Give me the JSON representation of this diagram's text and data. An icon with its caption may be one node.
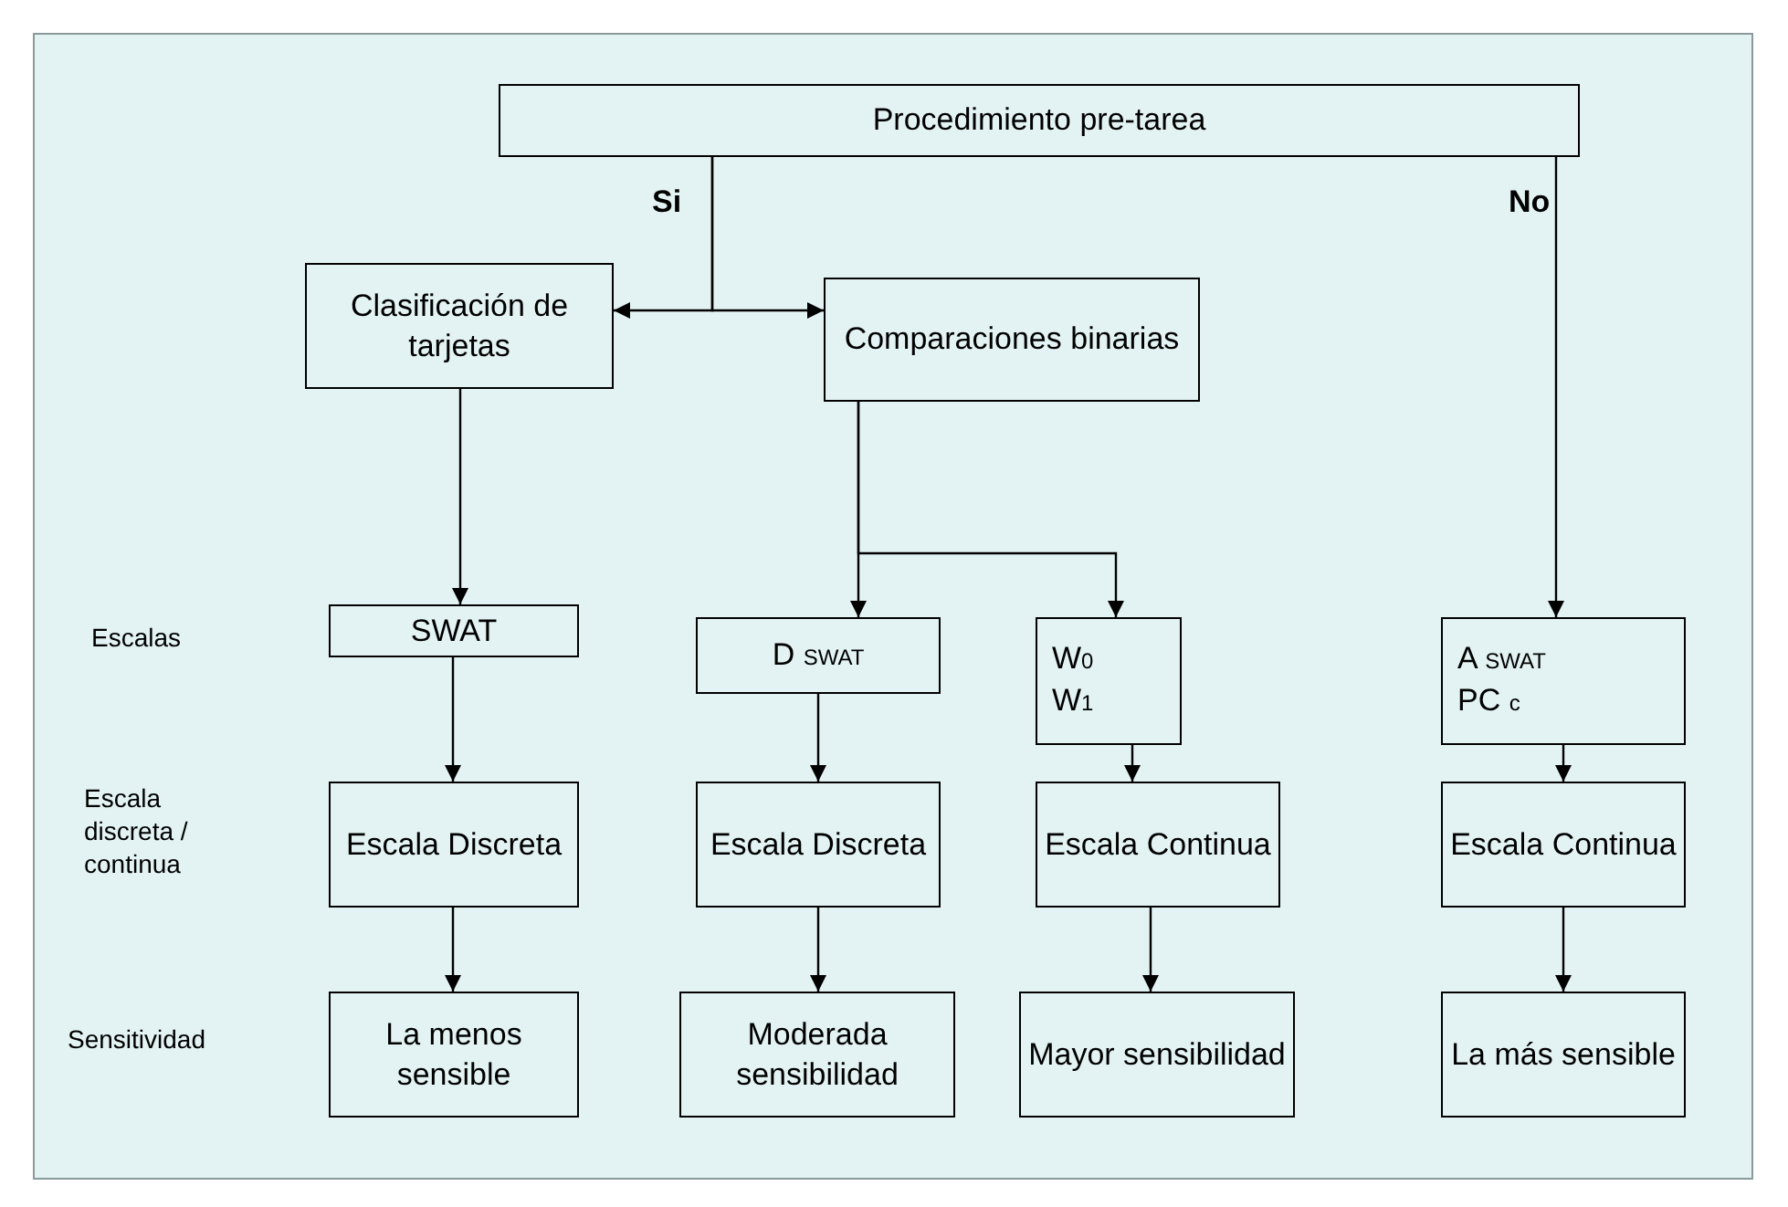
{
  "diagram": {
    "nodes": [
      {
        "text": [
          "Procedimiento pre-tarea"
        ]
      },
      {
        "text": [
          "Clasificación de tarjetas"
        ]
      },
      {
        "text": [
          "Comparaciones binarias"
        ]
      },
      {
        "text": [
          "SWAT"
        ]
      },
      {
        "text": [
          "D $_{SWAT}$"
        ]
      },
      {
        "text": [
          "W$_{0}$",
          "W$_{1}$"
        ]
      },
      {
        "text": [
          "A $_{SWAT}$",
          "PC $_{c}$"
        ]
      },
      {
        "text": [
          "Escala Discreta"
        ]
      },
      {
        "text": [
          "Escala Discreta"
        ]
      },
      {
        "text": [
          "Escala Continua"
        ]
      },
      {
        "text": [
          "Escala Continua"
        ]
      },
      {
        "text": [
          "La menos sensible"
        ]
      },
      {
        "text": [
          "Moderada sensibilidad"
        ]
      },
      {
        "text": [
          "Mayor sensibilidad"
        ]
      },
      {
        "text": [
          "La más sensible"
        ]
      }
    ],
    "edges": [
      {
        "from": 0,
        "to": 1,
        "arrow": "to"
      },
      {
        "from": 0,
        "to": 2,
        "arrow": "to"
      },
      {
        "from": 0,
        "to": 6,
        "arrow": "to"
      },
      {
        "from": 1,
        "to": 3,
        "arrow": "to"
      },
      {
        "from": 2,
        "to": 4,
        "arrow": "to"
      },
      {
        "from": 2,
        "to": 5,
        "arrow": "to"
      },
      {
        "from": 3,
        "to": 7,
        "arrow": "to"
      },
      {
        "from": 4,
        "to": 8,
        "arrow": "to"
      },
      {
        "from": 5,
        "to": 9,
        "arrow": "to"
      },
      {
        "from": 6,
        "to": 10,
        "arrow": "to"
      },
      {
        "from": 7,
        "to": 11,
        "arrow": "to"
      },
      {
        "from": 8,
        "to": 12,
        "arrow": "to"
      },
      {
        "from": 9,
        "to": 13,
        "arrow": "to"
      },
      {
        "from": 10,
        "to": 14,
        "arrow": "to"
      }
    ],
    "labels": [
      "Si",
      "No",
      "Escalas",
      "Escala discreta / continua",
      "Sensitividad"
    ]
  }
}
